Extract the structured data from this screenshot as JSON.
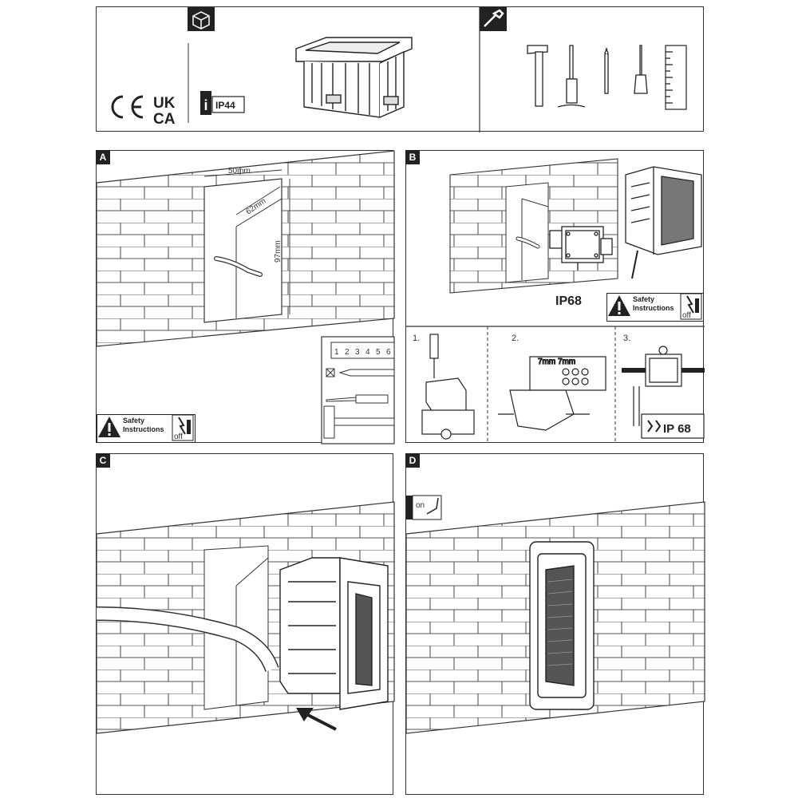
{
  "top": {
    "marks": {
      "ce": "CE",
      "ukca_line1": "UK",
      "ukca_line2": "CA"
    },
    "ip_rating": "IP44",
    "info_icon": "i"
  },
  "panels": {
    "a": {
      "label": "A",
      "dim_width": "50mm",
      "dim_diag": "62mm",
      "dim_height": "97mm",
      "ruler_ticks": [
        "1",
        "2",
        "3",
        "4",
        "5",
        "6"
      ]
    },
    "b": {
      "label": "B",
      "ip_rating": "IP68",
      "steps": [
        "1.",
        "2.",
        "3."
      ],
      "strip_lengths": "7mm 7mm",
      "step3_ip": "IP 68"
    },
    "c": {
      "label": "C"
    },
    "d": {
      "label": "D",
      "power_state": "on"
    }
  },
  "safety": {
    "line1": "Safety",
    "line2": "Instructions",
    "power_state": "off"
  },
  "icons": {
    "box": "package-box-icon",
    "tools": "tools-icon",
    "hammer": "hammer-icon",
    "chisel": "chisel-icon",
    "pencil": "pencil-icon",
    "screwdriver": "screwdriver-icon",
    "ruler": "ruler-icon",
    "warning": "warning-triangle-icon",
    "power_switch": "power-switch-icon"
  }
}
